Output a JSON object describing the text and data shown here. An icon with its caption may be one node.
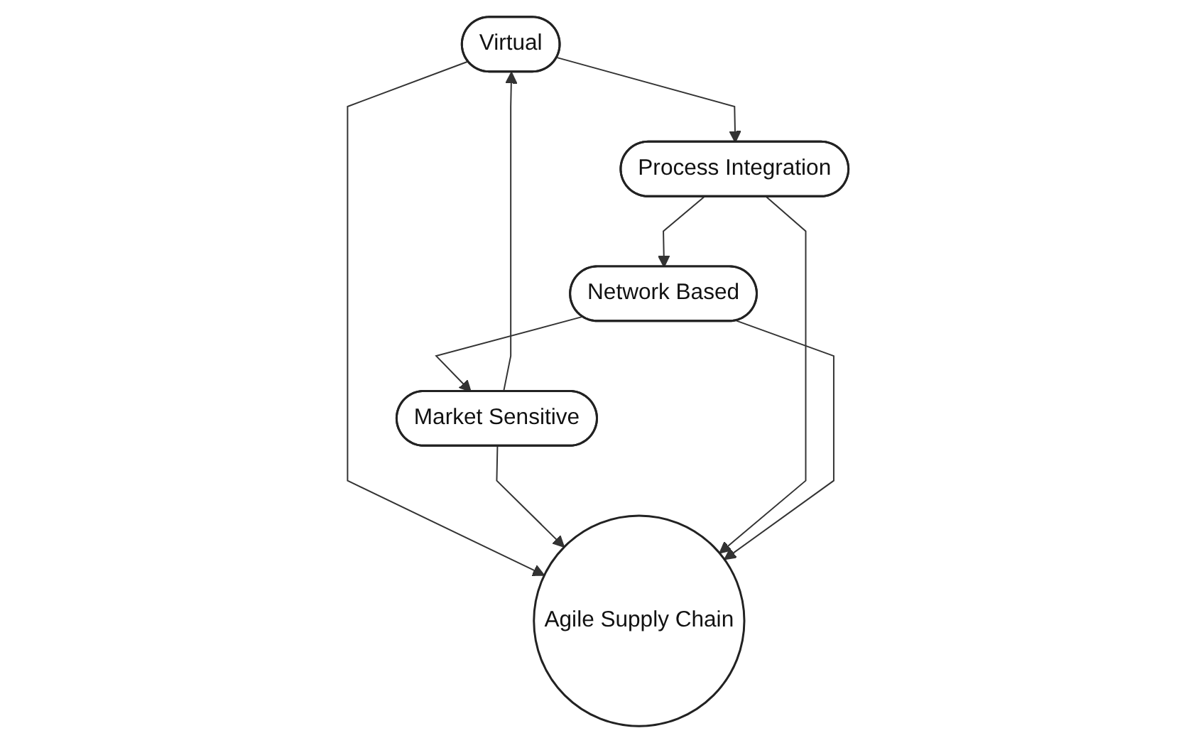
{
  "diagram": {
    "nodes": [
      {
        "text": [
          "Virtual"
        ]
      },
      {
        "text": [
          "Market Sensitive"
        ]
      },
      {
        "text": [
          "Agile Supply Chain"
        ]
      },
      {
        "text": [
          "Process Integration"
        ]
      },
      {
        "text": [
          "Network Based"
        ]
      }
    ],
    "edges": [
      {
        "from": 1,
        "to": 0,
        "arrow": "to"
      },
      {
        "from": 0,
        "to": 3,
        "arrow": "to"
      },
      {
        "from": 3,
        "to": 4,
        "arrow": "to"
      },
      {
        "from": 4,
        "to": 1,
        "arrow": "to"
      },
      {
        "from": 0,
        "to": 2,
        "arrow": "to"
      },
      {
        "from": 1,
        "to": 2,
        "arrow": "to"
      },
      {
        "from": 3,
        "to": 2,
        "arrow": "to"
      },
      {
        "from": 4,
        "to": 2,
        "arrow": "to"
      }
    ]
  }
}
